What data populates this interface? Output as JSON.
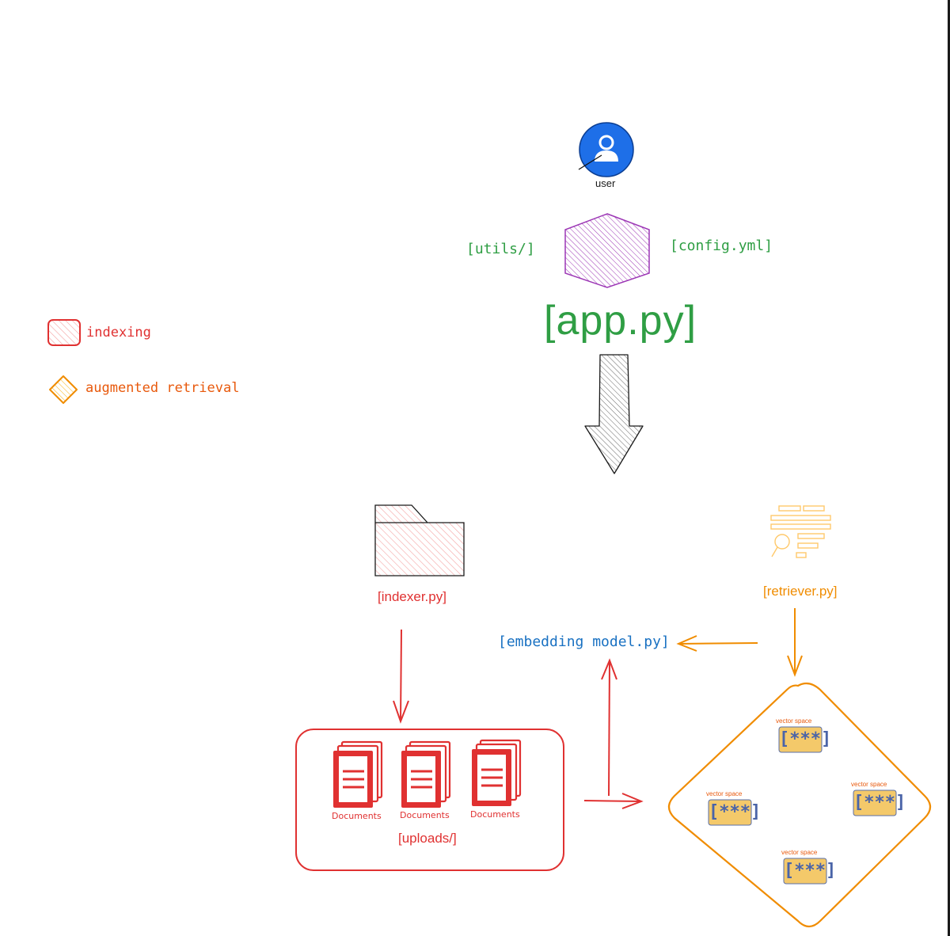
{
  "colors": {
    "indexing": "#e03131",
    "retrieval": "#f08c00",
    "app": "#2f9e44",
    "embedding": "#1971c2",
    "user": "#1e6fe8",
    "hexagon": "#9c36b5"
  },
  "user": {
    "label": "user",
    "icon": "user-icon"
  },
  "app": {
    "title": "[app.py]",
    "left_label": "[utils/]",
    "right_label": "[config.yml]"
  },
  "legend": [
    {
      "label": "indexing",
      "icon": "hatched-rounded-square-icon"
    },
    {
      "label": "augmented retrieval",
      "icon": "hatched-diamond-icon"
    }
  ],
  "indexer": {
    "label": "[indexer.py]",
    "icon": "folder-icon"
  },
  "retriever": {
    "label": "[retriever.py]",
    "icon": "document-search-icon"
  },
  "embedding": {
    "label": "[embedding model.py]"
  },
  "uploads": {
    "label": "[uploads/]",
    "documents": [
      {
        "label": "Documents"
      },
      {
        "label": "Documents"
      },
      {
        "label": "Documents"
      }
    ]
  },
  "vector_store": {
    "items": [
      {
        "caption": "vector space",
        "symbol": "[***]"
      },
      {
        "caption": "vector space",
        "symbol": "[***]"
      },
      {
        "caption": "vector space",
        "symbol": "[***]"
      },
      {
        "caption": "vector space",
        "symbol": "[***]"
      }
    ]
  }
}
